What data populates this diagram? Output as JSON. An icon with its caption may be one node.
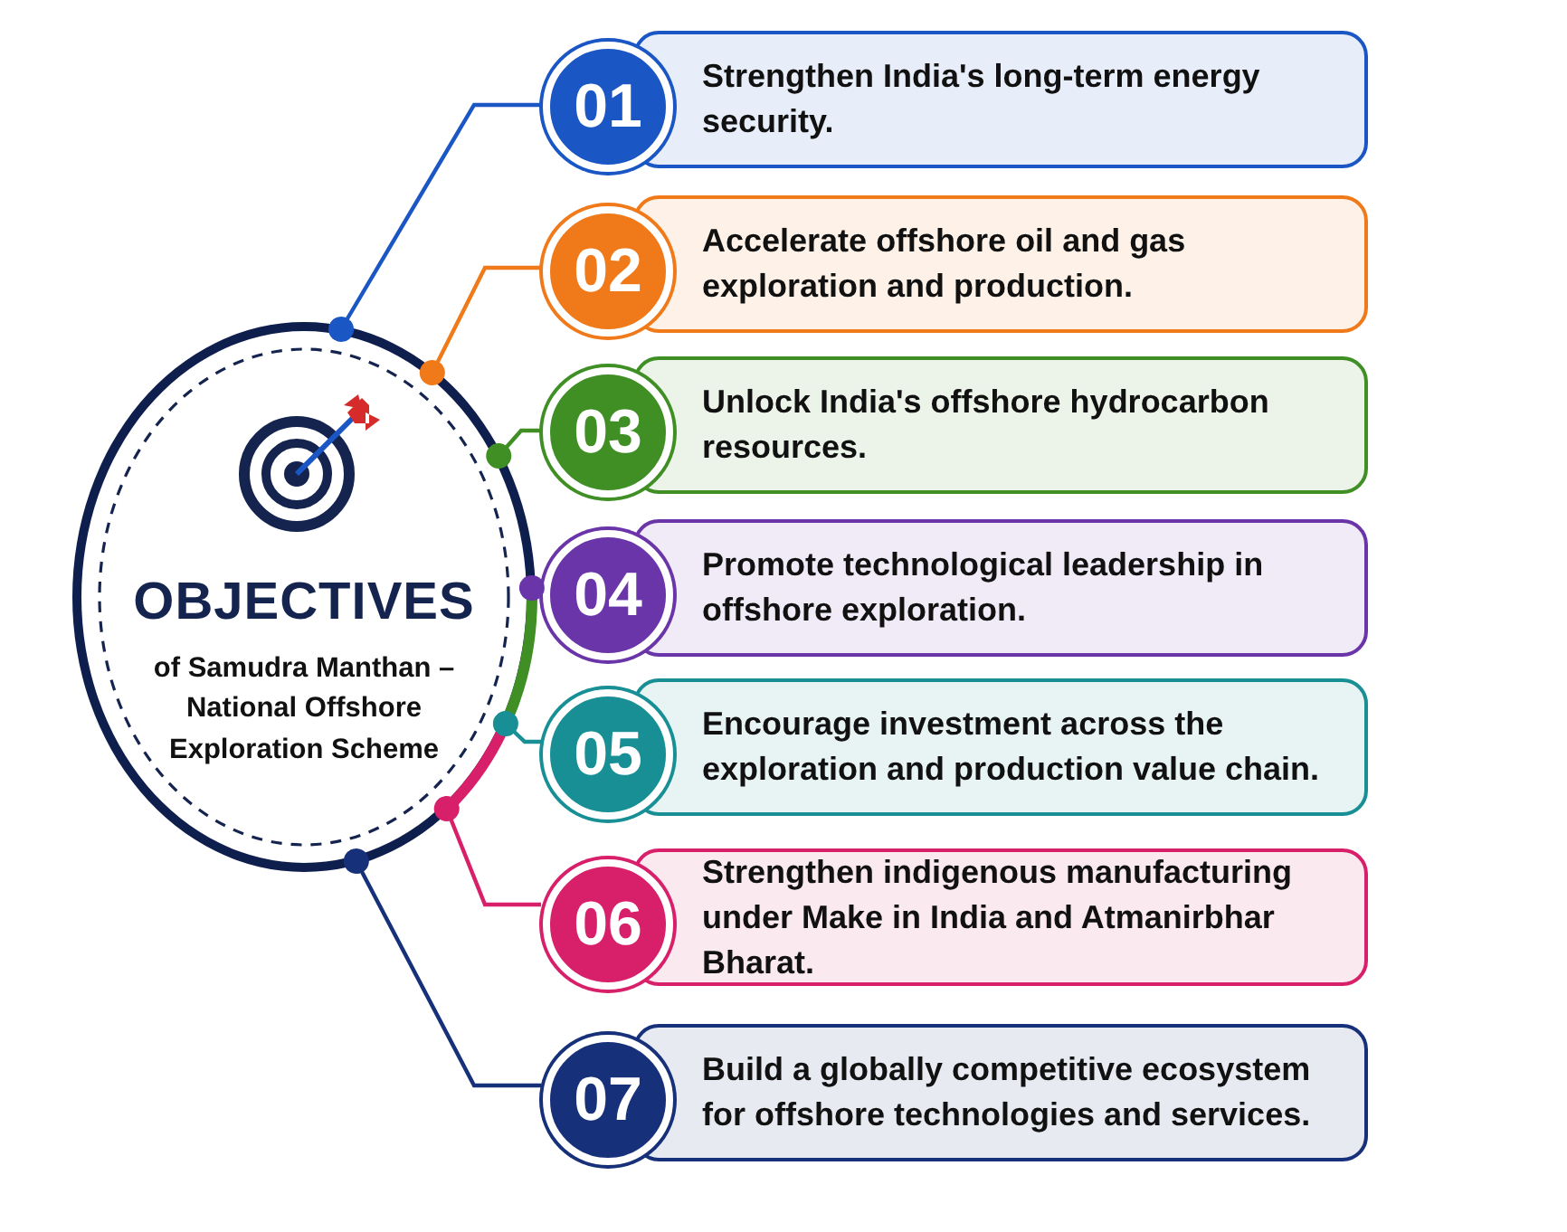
{
  "diagram": {
    "nodes": [
      {
        "text": [
          "OBJECTIVES",
          "of Samudra Manthan – National Offshore Exploration Scheme"
        ]
      },
      {
        "text": [
          "01",
          "Strengthen India's long-term energy security."
        ]
      },
      {
        "text": [
          "02",
          "Accelerate offshore oil and gas exploration and production."
        ]
      },
      {
        "text": [
          "03",
          "Unlock India's offshore hydrocarbon resources."
        ]
      },
      {
        "text": [
          "04",
          "Promote technological leadership in offshore exploration."
        ]
      },
      {
        "text": [
          "05",
          "Encourage investment across the exploration and production value chain."
        ]
      },
      {
        "text": [
          "06",
          "Strengthen indigenous manufacturing under Make in India and Atmanirbhar Bharat."
        ]
      },
      {
        "text": [
          "07",
          "Build a globally competitive ecosystem for offshore technologies and services."
        ]
      }
    ],
    "edges": [
      {
        "from": 0,
        "to": 1,
        "arrow": "other",
        "color": "#1a56c4"
      },
      {
        "from": 0,
        "to": 2,
        "arrow": "other",
        "color": "#f07a1a"
      },
      {
        "from": 0,
        "to": 3,
        "arrow": "other",
        "color": "#3f8f25"
      },
      {
        "from": 0,
        "to": 4,
        "arrow": "other",
        "color": "#6a35a8"
      },
      {
        "from": 0,
        "to": 5,
        "arrow": "other",
        "color": "#178f95"
      },
      {
        "from": 0,
        "to": 6,
        "arrow": "other",
        "color": "#d81f6a"
      },
      {
        "from": 0,
        "to": 7,
        "arrow": "other",
        "color": "#16307a"
      }
    ]
  }
}
